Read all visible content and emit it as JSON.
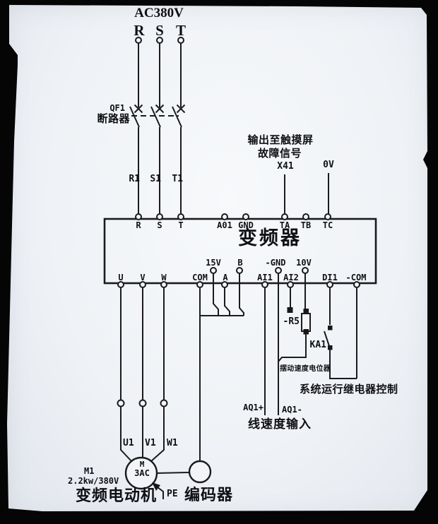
{
  "supply": {
    "voltage": "AC380V",
    "phases": [
      "R",
      "S",
      "T"
    ]
  },
  "breaker": {
    "id": "QF1",
    "name": "断路器"
  },
  "phase_wires": [
    "R1",
    "S1",
    "T1"
  ],
  "fault_output": {
    "line1": "输出至触摸屏",
    "line2": "故障信号",
    "terminals": [
      "X41",
      "0V"
    ]
  },
  "inverter": {
    "title": "变频器",
    "top_terminals": [
      "R",
      "S",
      "T",
      "A01",
      "GND",
      "TA",
      "TB",
      "TC"
    ],
    "bottom_terminals": [
      "U",
      "V",
      "W",
      "COM",
      "15V",
      "A",
      "B",
      "AI1",
      "-GND",
      "AI2",
      "10V",
      "DI1",
      "-COM"
    ]
  },
  "potentiometer": {
    "id": "-R5",
    "name": "摆动速度电位器"
  },
  "relay": {
    "id": "KA1",
    "name": "系统运行继电器控制"
  },
  "line_speed": {
    "plus": "AQ1+",
    "minus": "AQ1-",
    "name": "线速度输入"
  },
  "motor": {
    "phase_label": "M",
    "type": "3AC",
    "id": "M1",
    "rating": "2.2kw/380V",
    "name": "变频电动机",
    "terminals": [
      "U1",
      "V1",
      "W1"
    ],
    "pe": "PE"
  },
  "encoder": {
    "name": "编码器"
  }
}
